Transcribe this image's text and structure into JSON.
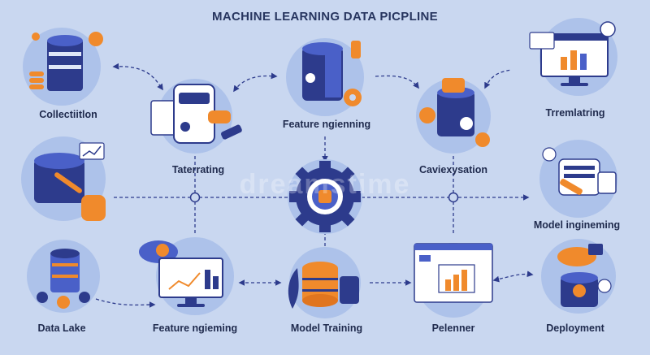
{
  "title": "MACHINE LEARNING DATA PICPLINE",
  "watermark": "dreamstime",
  "labels": {
    "collection": "Collectiitlon",
    "tatterrating": "Taterrating",
    "feature_engineering_top": "Feature ngienning",
    "caviexysation": "Caviexysation",
    "tremtatring": "Trremlatring",
    "model_ingineming": "Model ingineming",
    "data_lake": "Data Lake",
    "feature_engineering_bottom": "Feature ngieming",
    "model_training": "Model Training",
    "pelenner": "Pelenner",
    "deployment": "Deployment"
  },
  "colors": {
    "background": "#c9d7f0",
    "circle": "#adc2ea",
    "navy": "#2d3b8c",
    "blue": "#4a60c8",
    "orange": "#f08a2c",
    "text": "#1f2a4d"
  },
  "icons": [
    "database-icon",
    "document-icon",
    "gear-icon",
    "chart-icon",
    "monitor-icon",
    "cloud-icon",
    "user-icon"
  ]
}
